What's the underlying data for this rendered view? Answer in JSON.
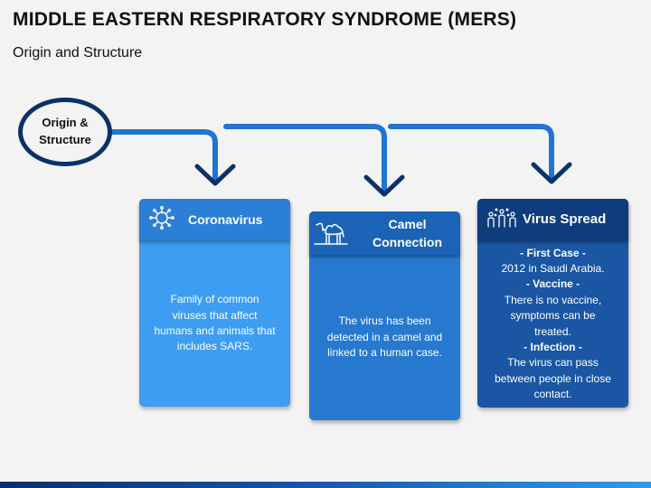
{
  "header": {
    "title": "MIDDLE EASTERN RESPIRATORY SYNDROME (MERS)",
    "subtitle": "Origin and Structure"
  },
  "origin": {
    "label": "Origin &\nStructure"
  },
  "cards": [
    {
      "title": "Coronavirus",
      "icon": "virus-icon",
      "body": "Family of common viruses that affect humans and animals that includes SARS."
    },
    {
      "title": "Camel\nConnection",
      "icon": "camel-icon",
      "body": "The virus has been detected in a camel and linked to a human case."
    },
    {
      "title": "Virus Spread",
      "icon": "people-spread-icon",
      "body_lines": [
        {
          "text": "- First Case -",
          "bold": true
        },
        {
          "text": "2012 in Saudi Arabia.",
          "bold": false
        },
        {
          "text": "- Vaccine -",
          "bold": true
        },
        {
          "text": "There is no vaccine, symptoms can be treated.",
          "bold": false
        },
        {
          "text": "- Infection -",
          "bold": true
        },
        {
          "text": "The virus can pass between people in close contact.",
          "bold": false
        }
      ]
    }
  ],
  "colors": {
    "origin_border": "#0b3268",
    "connector": "#1f74d4",
    "card1": "#3d9df0",
    "card2": "#2679cf",
    "card3": "#1a56a3"
  }
}
